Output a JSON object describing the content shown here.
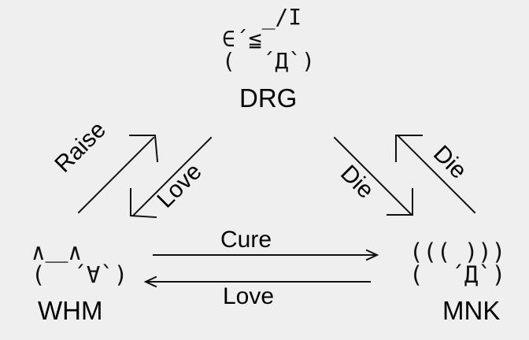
{
  "nodes": {
    "drg": {
      "label": "DRG",
      "art": "   _/I\n∈´≦\n(  ´Д`)"
    },
    "whm": {
      "label": "WHM",
      "art": "∧＿∧\n(  ´∀`)"
    },
    "mnk": {
      "label": "MNK",
      "art": "((( ))) \n(  ´Д`)"
    }
  },
  "edges": {
    "whm_to_drg": "Raise",
    "drg_to_whm": "Love",
    "drg_to_mnk": "Die",
    "mnk_to_drg": "Die",
    "whm_to_mnk": "Cure",
    "mnk_to_whm": "Love"
  }
}
